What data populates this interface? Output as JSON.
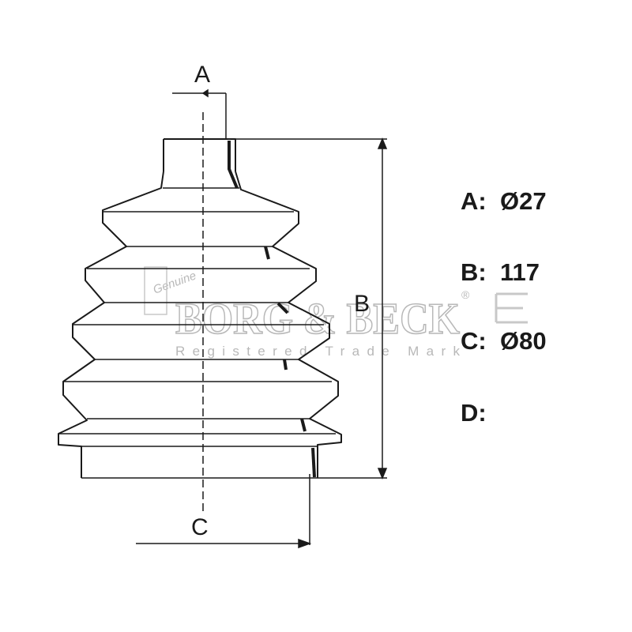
{
  "dimension_labels": {
    "a": "A",
    "b": "B",
    "c": "C"
  },
  "specs": [
    {
      "key": "A:",
      "value": "Ø27"
    },
    {
      "key": "B:",
      "value": "117"
    },
    {
      "key": "C:",
      "value": "Ø80"
    },
    {
      "key": "D:",
      "value": ""
    }
  ],
  "watermark": {
    "script_text": "Genuine",
    "brand": "BORG & BECK",
    "registered": "®",
    "tagline": "Registered Trade Mark"
  },
  "colors": {
    "line": "#1a1a1a",
    "watermark": "#b8b8b8"
  }
}
